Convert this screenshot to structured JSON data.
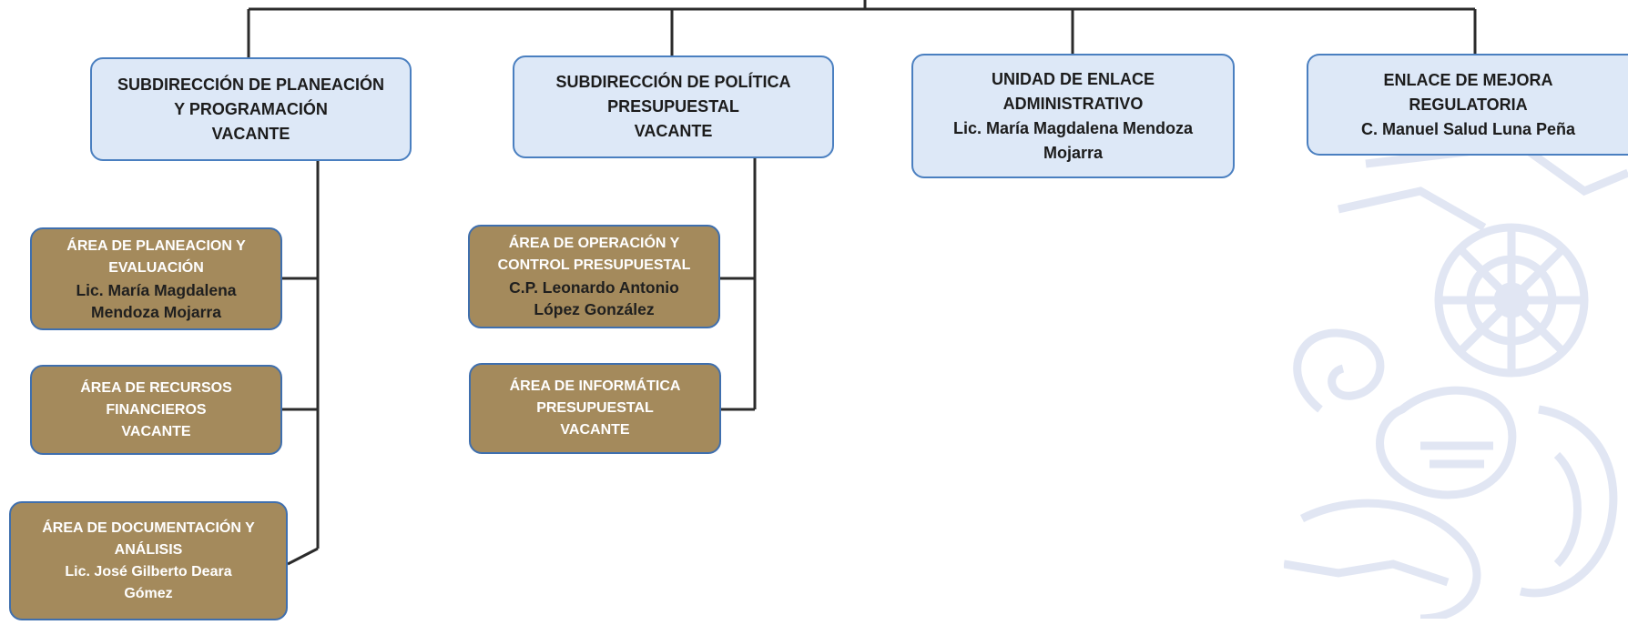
{
  "colors": {
    "connector": "#2b2b2b",
    "subdireccion_fill": "#dde8f7",
    "subdireccion_border": "#4a7fc0",
    "area_fill": "#a48a5c",
    "area_border": "#3f6fae",
    "watermark": "#c9d2ea"
  },
  "subdirecciones": [
    {
      "lines": [
        "SUBDIRECCIÓN DE PLANEACIÓN",
        "Y PROGRAMACIÓN",
        "VACANTE"
      ]
    },
    {
      "lines": [
        "SUBDIRECCIÓN DE POLÍTICA",
        "PRESUPUESTAL",
        "VACANTE"
      ]
    },
    {
      "lines": [
        "UNIDAD DE ENLACE",
        "ADMINISTRATIVO",
        "Lic. María Magdalena Mendoza",
        "Mojarra"
      ]
    },
    {
      "lines": [
        "ENLACE DE MEJORA",
        "REGULATORIA",
        "C. Manuel Salud Luna Peña"
      ]
    }
  ],
  "areas_planeacion": [
    {
      "title": [
        "ÁREA DE PLANEACION Y",
        "EVALUACIÓN"
      ],
      "name": [
        "Lic. María Magdalena",
        "Mendoza Mojarra"
      ]
    },
    {
      "title": [
        "ÁREA DE RECURSOS",
        "FINANCIEROS"
      ],
      "name": [
        "VACANTE"
      ]
    },
    {
      "title": [
        "ÁREA DE DOCUMENTACIÓN Y",
        "ANÁLISIS"
      ],
      "name": [
        "Lic. José Gilberto Deara",
        "Gómez"
      ]
    }
  ],
  "areas_politica": [
    {
      "title": [
        "ÁREA DE OPERACIÓN Y",
        "CONTROL PRESUPUESTAL"
      ],
      "name": [
        "C.P. Leonardo Antonio",
        "López González"
      ]
    },
    {
      "title": [
        "ÁREA DE INFORMÁTICA",
        "PRESUPUESTAL"
      ],
      "name": [
        "VACANTE"
      ]
    }
  ],
  "watermark": {
    "icon": "decorative-seal-watermark"
  }
}
